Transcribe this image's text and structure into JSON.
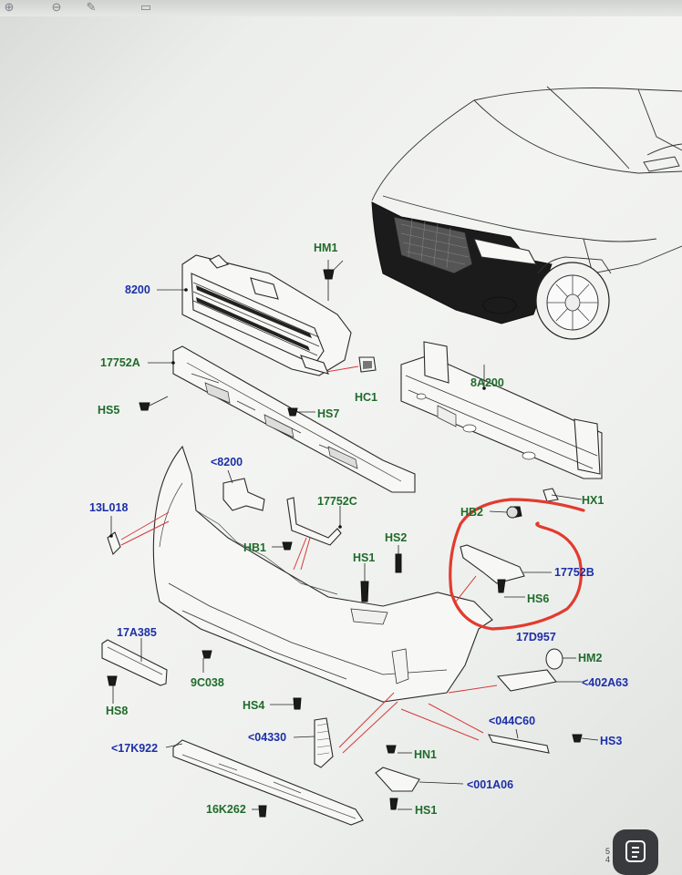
{
  "toolbar": {
    "icons": [
      "zoom-in-icon",
      "zoom-out-icon",
      "pencil-icon",
      "document-icon"
    ]
  },
  "labels": {
    "hm1": "HM1",
    "p8200": "8200",
    "p17752a": "17752A",
    "hc1": "HC1",
    "hs5": "HS5",
    "hs7": "HS7",
    "p8a200": "8A200",
    "lt8200": "<8200",
    "p13l018": "13L018",
    "p17752c": "17752C",
    "hb1": "HB1",
    "hs1_top": "HS1",
    "hs2": "HS2",
    "hb2": "HB2",
    "hx1": "HX1",
    "p17752b": "17752B",
    "hs6": "HS6",
    "p17d957": "17D957",
    "p17a385": "17A385",
    "p9c038": "9C038",
    "hs8": "HS8",
    "hm2": "HM2",
    "lt402a63": "<402A63",
    "hs4": "HS4",
    "lt044c60": "<044C60",
    "lt17k922": "<17K922",
    "lt04330": "<04330",
    "hs3": "HS3",
    "hn1": "HN1",
    "lt001a06": "<001A06",
    "p16k262": "16K262",
    "hs1_bottom": "HS1"
  },
  "corner_text": {
    "line1": "5",
    "line2": "4"
  },
  "colors": {
    "blue_label": "#1c2fa8",
    "green_label": "#1f6b2a",
    "annotation_red": "#e23b2e",
    "leader_red": "#d63a3a"
  },
  "lens_button": {
    "icon": "scan-icon"
  }
}
